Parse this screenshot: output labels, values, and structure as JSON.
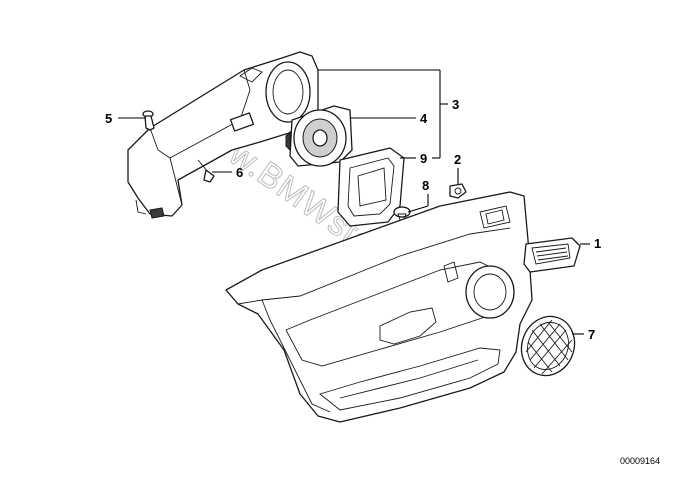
{
  "diagram": {
    "callouts": [
      "1",
      "2",
      "3",
      "4",
      "5",
      "6",
      "7",
      "8",
      "9"
    ],
    "reference_code": "00009164",
    "watermark": "www.BMWstore.pl"
  }
}
